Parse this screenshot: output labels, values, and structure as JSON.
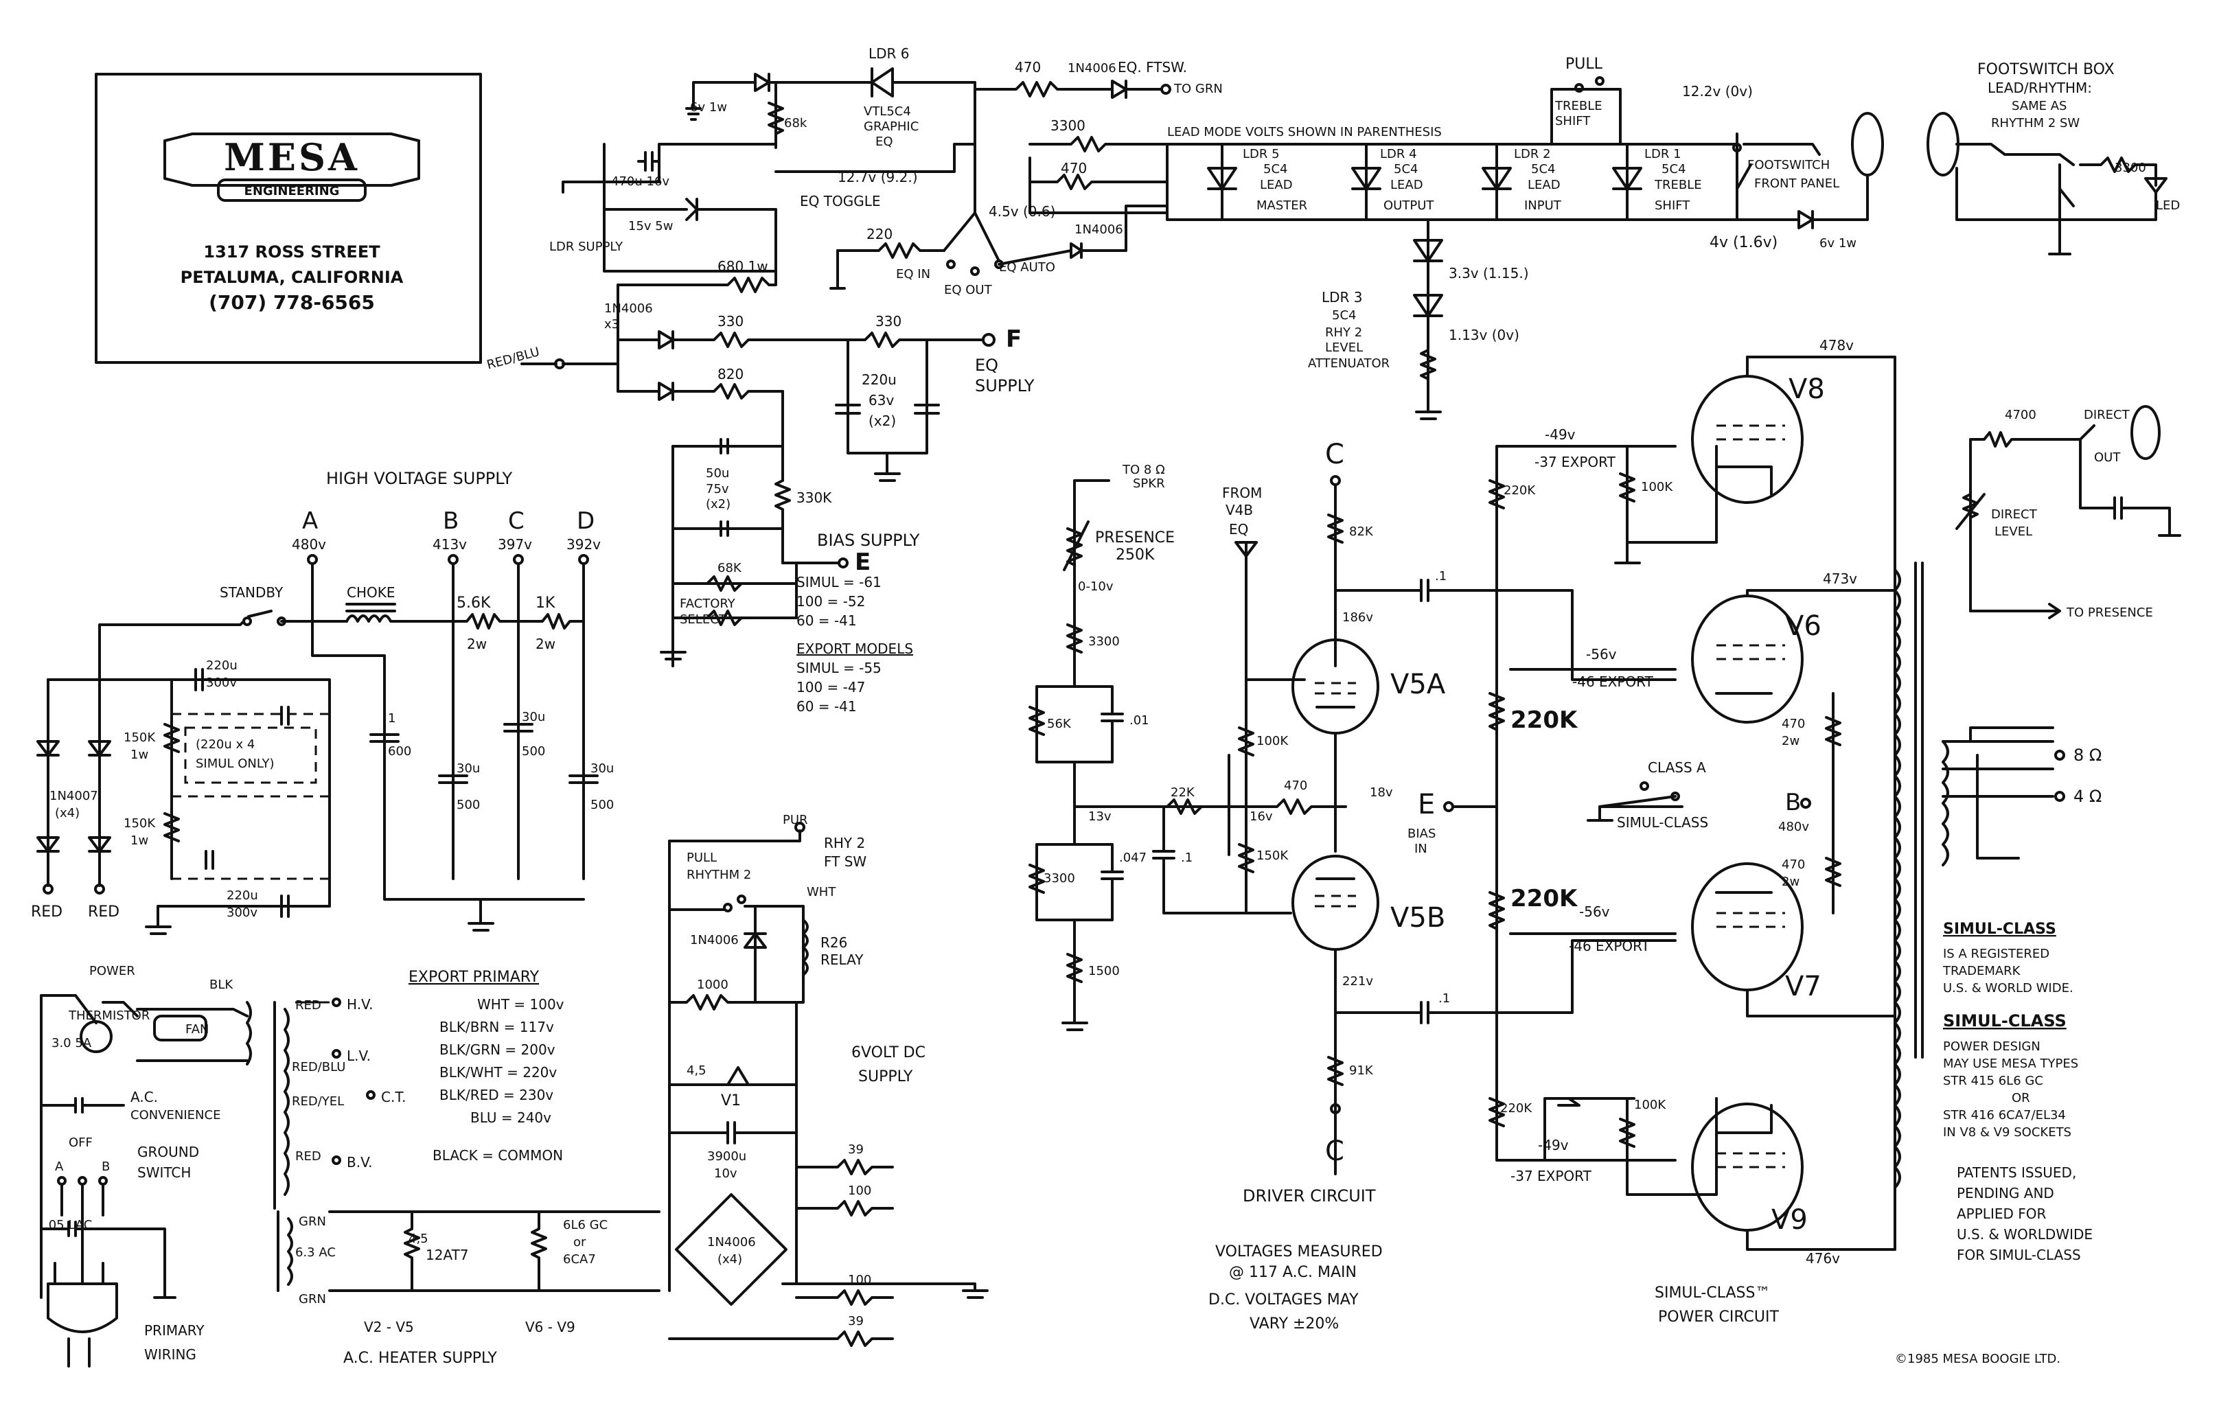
{
  "logo": {
    "brand": "MESA",
    "sub": "ENGINEERING"
  },
  "address": {
    "street": "1317 ROSS STREET",
    "city": "PETALUMA, CALIFORNIA",
    "phone": "(707) 778-6565"
  },
  "eq_section": {
    "ldr6_label": "LDR 6",
    "vtl_label": "VTL5C4",
    "geq_label": "GRAPHIC",
    "eq_label": "EQ",
    "eq_ftsw_label": "EQ. FTSW.",
    "r470": "470",
    "d_1n4006_a": "1N4006",
    "to_grn": "TO GRN",
    "cap_6v": "6v 1w",
    "r68k": "68k",
    "cap_470": "470u 16v",
    "ldr_supply": "LDR SUPPLY",
    "cap_15v": "15v 5w",
    "volt_127": "12.7v (9.2.)",
    "eq_toggle": "EQ TOGGLE",
    "r220": "220",
    "eq_in": "EQ IN",
    "eq_out": "EQ OUT",
    "eq_auto": "EQ AUTO",
    "volt_45": "4.5v (0.6)",
    "d_1n4006_b": "1N4006",
    "r680": "680 1w",
    "d_1n4006_c": "1N4006",
    "x3": "x3",
    "r330a": "330",
    "r330b": "330",
    "r820": "820",
    "red_blu": "RED/BLU",
    "cap_220": "220u",
    "cap_63": "63v",
    "cap_x2": "(x2)",
    "f_label": "F",
    "eq_supply_1": "EQ",
    "eq_supply_2": "SUPPLY"
  },
  "lead_section": {
    "r3300": "3300",
    "r470": "470",
    "lead_note": "LEAD MODE VOLTS SHOWN IN PARENTHESIS",
    "pull": "PULL",
    "treble_shift_1": "TREBLE",
    "treble_shift_2": "SHIFT",
    "volt_122": "12.2v (0v)",
    "ftsw_label_1": "FOOTSWITCH",
    "ftsw_label_2": "FRONT PANEL",
    "ldr5": "LDR 5",
    "ldr5_sc": "5C4",
    "ldr5_fn": "LEAD",
    "ldr5_fn2": "MASTER",
    "ldr4": "LDR 4",
    "ldr4_sc": "5C4",
    "ldr4_fn": "LEAD",
    "ldr4_fn2": "OUTPUT",
    "ldr2": "LDR 2",
    "ldr2_sc": "5C4",
    "ldr2_fn": "LEAD",
    "ldr2_fn2": "INPUT",
    "ldr1": "LDR 1",
    "ldr1_sc": "5C4",
    "ldr1_fn": "TREBLE",
    "ldr1_fn2": "SHIFT",
    "volt_4v": "4v (1.6v)",
    "cap_6v": "6v 1w",
    "volt_33": "3.3v (1.15.)",
    "volt_113": "1.13v (0v)",
    "ldr3": "LDR 3",
    "ldr3_sc": "5C4",
    "ldr3_fn": "RHY 2",
    "ldr3_fn2": "LEVEL",
    "ldr3_fn3": "ATTENUATOR"
  },
  "footswitch_box": {
    "title": "FOOTSWITCH BOX",
    "sub1": "LEAD/RHYTHM:",
    "sub2": "SAME AS",
    "sub3": "RHYTHM 2 SW",
    "r3300": "3300",
    "led": "LED"
  },
  "hv_supply": {
    "title": "HIGH VOLTAGE SUPPLY",
    "node_a": "A",
    "node_a_v": "480v",
    "node_b": "B",
    "node_b_v": "413v",
    "node_c": "C",
    "node_c_v": "397v",
    "node_d": "D",
    "node_d_v": "392v",
    "standby": "STANDBY",
    "choke": "CHOKE",
    "r56k": "5.6K",
    "r56k_w": "2w",
    "r1k": "1K",
    "r1k_w": "2w",
    "cap_220": "220u",
    "cap_300": "300v",
    "cap_note_1": "(220u x 4",
    "cap_note_2": "SIMUL ONLY)",
    "r150k_a": "150K",
    "r150k_a_w": "1w",
    "r150k_b": "150K",
    "r150k_b_w": "1w",
    "diodes": "1N4007",
    "diodes_n": "(x4)",
    "red_a": "RED",
    "red_b": "RED",
    "cap_220b": "220u",
    "cap_300b": "300v",
    "c1": "1",
    "c1_v": "600",
    "c2": "30u",
    "c2_v": "500",
    "c3": "30u",
    "c3_v": "500",
    "c4": "30u",
    "c4_v": "500"
  },
  "bias_supply": {
    "cap_50": "50u",
    "cap_75": "75v",
    "cap_x2": "(x2)",
    "r68k": "68K",
    "factory_1": "FACTORY",
    "factory_2": "SELECT",
    "r330k": "330K",
    "title": "BIAS SUPPLY",
    "e_label": "E",
    "simul": "SIMUL = -61",
    "s100": "100 = -52",
    "s60": "60 = -41",
    "export_title": "EXPORT MODELS",
    "ex_simul": "SIMUL = -55",
    "ex_100": "100 = -47",
    "ex_60": "60 = -41"
  },
  "power_section": {
    "power": "POWER",
    "blk": "BLK",
    "thermistor": "THERMISTOR",
    "fan": "FAN",
    "ac_conv_1": "A.C.",
    "ac_conv_2": "CONVENIENCE",
    "ground_1": "GROUND",
    "ground_2": "SWITCH",
    "off": "OFF",
    "a": "A",
    "b": "B",
    "cap_05": ".05 LAC",
    "primary_1": "PRIMARY",
    "primary_2": "WIRING",
    "r_a": "3.0 5A",
    "hv": "H.V.",
    "lv": "L.V.",
    "red_lbl": "RED",
    "red_blu": "RED/BLU",
    "red_yel": "RED/YEL",
    "bv": "B.V.",
    "ct": "C.T.",
    "red_b": "RED"
  },
  "export_primary": {
    "title": "EXPORT PRIMARY",
    "l1": "WHT = 100v",
    "l2": "BLK/BRN = 117v",
    "l3": "BLK/GRN = 200v",
    "l4": "BLK/WHT = 220v",
    "l5": "BLK/RED = 230v",
    "l6": "BLU = 240v",
    "l7": "BLACK = COMMON"
  },
  "heater_supply": {
    "grn_a": "GRN",
    "v63": "6.3 AC",
    "grn_b": "GRN",
    "h45": "4,5",
    "tube1": "12AT7",
    "tube2": "6L6 GC",
    "tube2b": "or",
    "tube2c": "6CA7",
    "v2v5": "V2 - V5",
    "v6v9": "V6 - V9",
    "title": "A.C. HEATER SUPPLY"
  },
  "dc_supply": {
    "pur": "PUR",
    "rhy2": "RHY 2",
    "ftsw": "FT SW",
    "pull_1": "PULL",
    "pull_2": "RHYTHM 2",
    "wht": "WHT",
    "d1": "1N4006",
    "relay_1": "R26",
    "relay_2": "RELAY",
    "r1000": "1000",
    "v1": "V1",
    "h45": "4,5",
    "cap": "3900u",
    "cap_v": "10v",
    "bridge": "1N4006",
    "bridge_n": "(x4)",
    "r39a": "39",
    "r100a": "100",
    "r100b": "100",
    "r39b": "39",
    "title_1": "6VOLT DC",
    "title_2": "SUPPLY"
  },
  "driver": {
    "to_spkr_1": "TO 8 Ω",
    "to_spkr_2": "SPKR",
    "presence_1": "PRESENCE",
    "presence_2": "250K",
    "range": "0-10v",
    "r3300": "3300",
    "r56k": "56K",
    "c01": ".01",
    "r3300b": "3300",
    "c047": ".047",
    "r1500": "1500",
    "from_1": "FROM",
    "from_2": "V4B",
    "from_3": "EQ",
    "c_top": "C",
    "r82k": "82K",
    "v186": "186v",
    "c1": ".1",
    "v5a": "V5A",
    "r100k": "100K",
    "r22k": "22K",
    "v13": "13v",
    "r470": "470",
    "v16": "16v",
    "v18": "18v",
    "r150k": "150K",
    "c1b": ".1",
    "v5b": "V5B",
    "v221": "221v",
    "c1c": ".1",
    "r91k": "91K",
    "c_bot": "C",
    "e": "E",
    "bias_in_1": "BIAS",
    "bias_in_2": "IN",
    "title": "DRIVER CIRCUIT",
    "note_1": "VOLTAGES MEASURED",
    "note_2": "@ 117 A.C. MAIN",
    "note_3": "D.C. VOLTAGES MAY",
    "note_4": "VARY ±20%"
  },
  "power_amp": {
    "v8": "V8",
    "v6": "V6",
    "v7": "V7",
    "v9": "V9",
    "v478": "478v",
    "v473": "473v",
    "v480": "480v",
    "v476": "476v",
    "m49": "-49v",
    "m37a": "-37 EXPORT",
    "r220k_a": "220K",
    "r100k_a": "100K",
    "m56a": "-56v",
    "m46a": "-46 EXPORT",
    "r220k_big_a": "220K",
    "r220k_big_b": "220K",
    "class_a": "CLASS A",
    "simul_class": "SIMUL-CLASS",
    "r470_a": "470",
    "r470_a_w": "2w",
    "b_node": "B",
    "r470_b": "470",
    "r470_b_w": "2w",
    "m56b": "-56v",
    "m46b": "-46 EXPORT",
    "r220k_b": "220K",
    "r100k_b": "100K",
    "m49b": "-49v",
    "m37b": "-37 EXPORT",
    "title_1": "SIMUL-CLASS™",
    "title_2": "POWER CIRCUIT"
  },
  "output": {
    "r4700": "4700",
    "direct": "DIRECT",
    "out": "OUT",
    "direct_lvl_1": "DIRECT",
    "direct_lvl_2": "LEVEL",
    "to_presence": "TO PRESENCE",
    "tap8": "8 Ω",
    "tap4": "4 Ω"
  },
  "notes": {
    "sc_title": "SIMUL-CLASS",
    "sc_1": "IS A REGISTERED",
    "sc_2": "TRADEMARK",
    "sc_3": "U.S. & WORLD WIDE.",
    "sc_title2": "SIMUL-CLASS",
    "pd_1": "POWER DESIGN",
    "pd_2": "MAY USE MESA TYPES",
    "pd_3": "STR 415 6L6 GC",
    "pd_4": "OR",
    "pd_5": "STR 416 6CA7/EL34",
    "pd_6": "IN V8 & V9 SOCKETS",
    "pat_1": "PATENTS ISSUED,",
    "pat_2": "PENDING AND",
    "pat_3": "APPLIED FOR",
    "pat_4": "U.S. & WORLDWIDE",
    "pat_5": "FOR SIMUL-CLASS",
    "copyright": "©1985 MESA BOOGIE LTD."
  }
}
